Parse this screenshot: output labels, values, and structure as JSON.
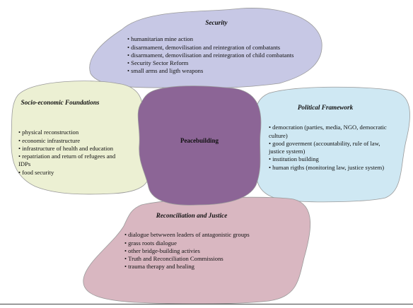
{
  "colors": {
    "security": "#c7c8e5",
    "socio_economic": "#ecf0d3",
    "political": "#cfe8f3",
    "reconciliation": "#d9b7c1",
    "core": "#8c6596",
    "outline": "#9a9a9a"
  },
  "core": {
    "label": "Peacebuilding"
  },
  "security": {
    "title": "Security",
    "items": [
      "humanitarian mine action",
      "disarmament, demovilisation and reintegration of combatants",
      "disarmament, demovilisation and reintegration of child combatants",
      "Security Sector Reform",
      "small arms and ligth weapons"
    ]
  },
  "socio_economic": {
    "title": "Socio-economic Foundations",
    "items": [
      "physical reconstruction",
      "economic infrastructure",
      "infrastructure of health and education",
      "repatriation and return of refugees and IDPs",
      "food security"
    ]
  },
  "political": {
    "title": "Political Framework",
    "items": [
      "democration (parties, media, NGO, democratic culture)",
      "good goverment (accountability, rule of law, justice system)",
      "institution building",
      "human rigths (monitoring law, justice system)"
    ]
  },
  "reconciliation": {
    "title": "Reconciliation and Justice",
    "items": [
      "dialogue betwween leaders of antagonistic groups",
      "grass roots dialogue",
      "other bridge-building activies",
      "Truth and Reconciliation Commissions",
      "trauma therapy and healing"
    ]
  }
}
